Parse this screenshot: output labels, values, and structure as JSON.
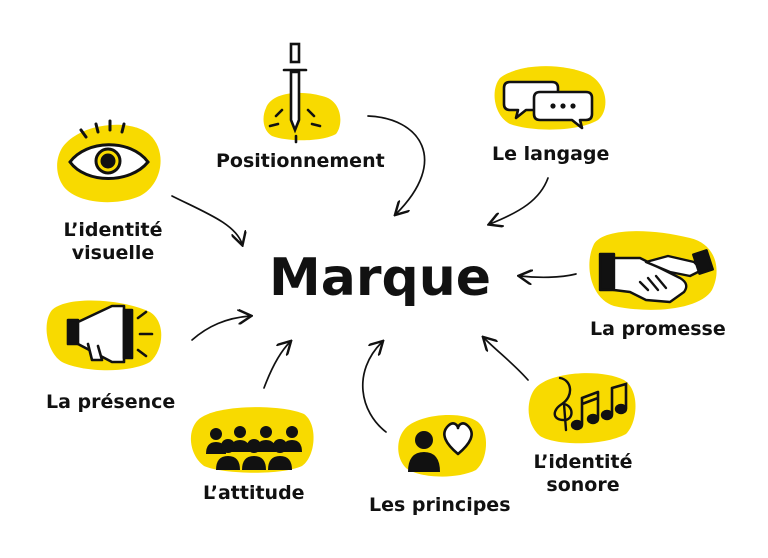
{
  "center": {
    "title": "Marque"
  },
  "nodes": {
    "positionnement": {
      "label": "Positionnement",
      "icon": "sword-icon"
    },
    "langage": {
      "label": "Le langage",
      "icon": "speech-bubbles-icon"
    },
    "identite_visuelle": {
      "line1": "L’identité",
      "line2": "visuelle",
      "icon": "eye-icon"
    },
    "promesse": {
      "label": "La promesse",
      "icon": "handshake-icon"
    },
    "presence": {
      "label": "La présence",
      "icon": "megaphone-icon"
    },
    "attitude": {
      "label": "L’attitude",
      "icon": "group-icon"
    },
    "principes": {
      "label": "Les principes",
      "icon": "person-heart-icon"
    },
    "identite_sonore": {
      "line1": "L’identité",
      "line2": "sonore",
      "icon": "music-notes-icon"
    }
  },
  "colors": {
    "accent": "#F8DA00",
    "ink": "#111111"
  }
}
